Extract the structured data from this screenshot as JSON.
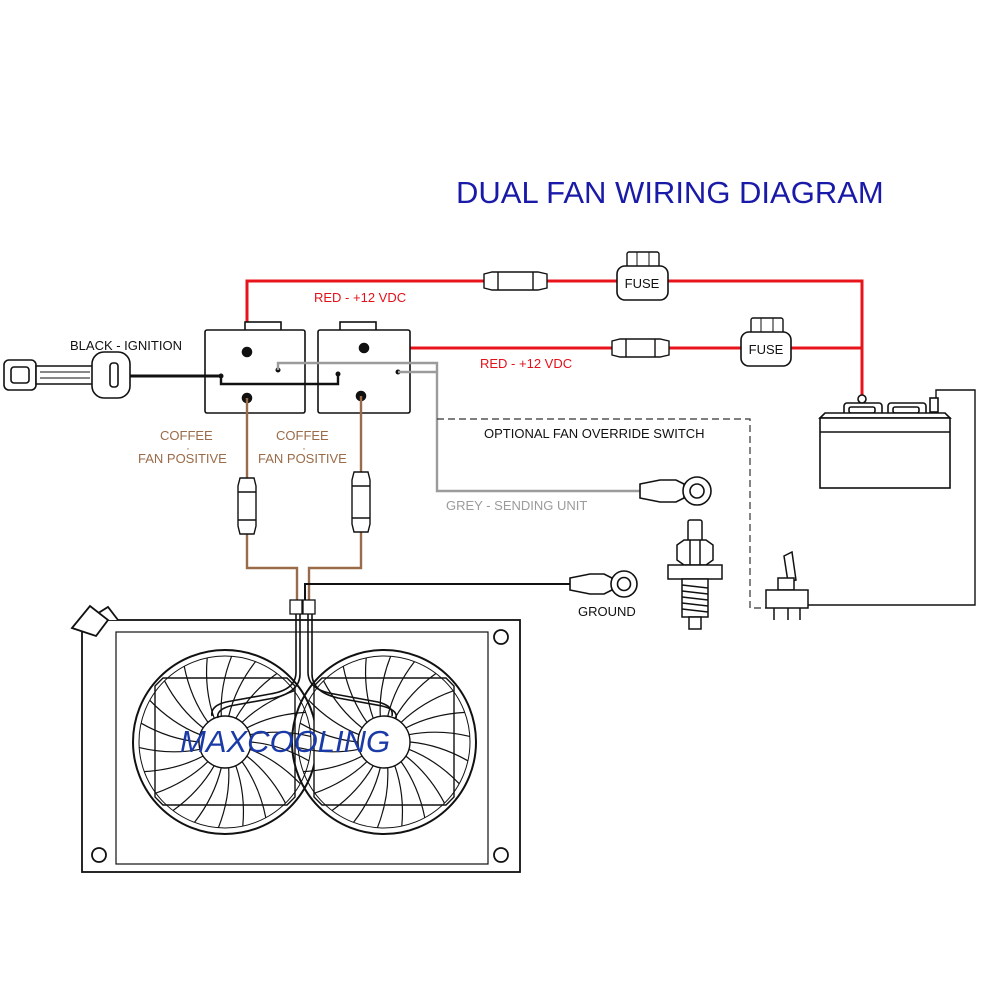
{
  "title": "DUAL FAN WIRING DIAGRAM",
  "colors": {
    "title": "#1a1aa8",
    "red_wire": "#e8141b",
    "red_text": "#e3101a",
    "coffee": "#9a6b48",
    "grey": "#9b9b9b",
    "black": "#111111",
    "brand": "#1a3aa8"
  },
  "labels": {
    "ignition": "BLACK - IGNITION",
    "red_top": "RED - +12 VDC",
    "red_bottom": "RED - +12 VDC",
    "coffee_left_1": "COFFEE",
    "coffee_left_2": "FAN POSITIVE",
    "coffee_right_1": "COFFEE",
    "coffee_right_2": "FAN POSITIVE",
    "override": "OPTIONAL FAN OVERRIDE SWITCH",
    "grey": "GREY - SENDING UNIT",
    "ground": "GROUND",
    "fuse_top": "FUSE",
    "fuse_bottom": "FUSE"
  },
  "brand": "MAXCOOLING",
  "components": [
    "ignition-key-icon",
    "relay-icon",
    "fuse-holder-icon",
    "inline-connector-icon",
    "battery-icon",
    "toggle-switch-icon",
    "temperature-sending-unit-icon",
    "ring-terminal-icon",
    "radiator-icon",
    "fan-icon"
  ]
}
